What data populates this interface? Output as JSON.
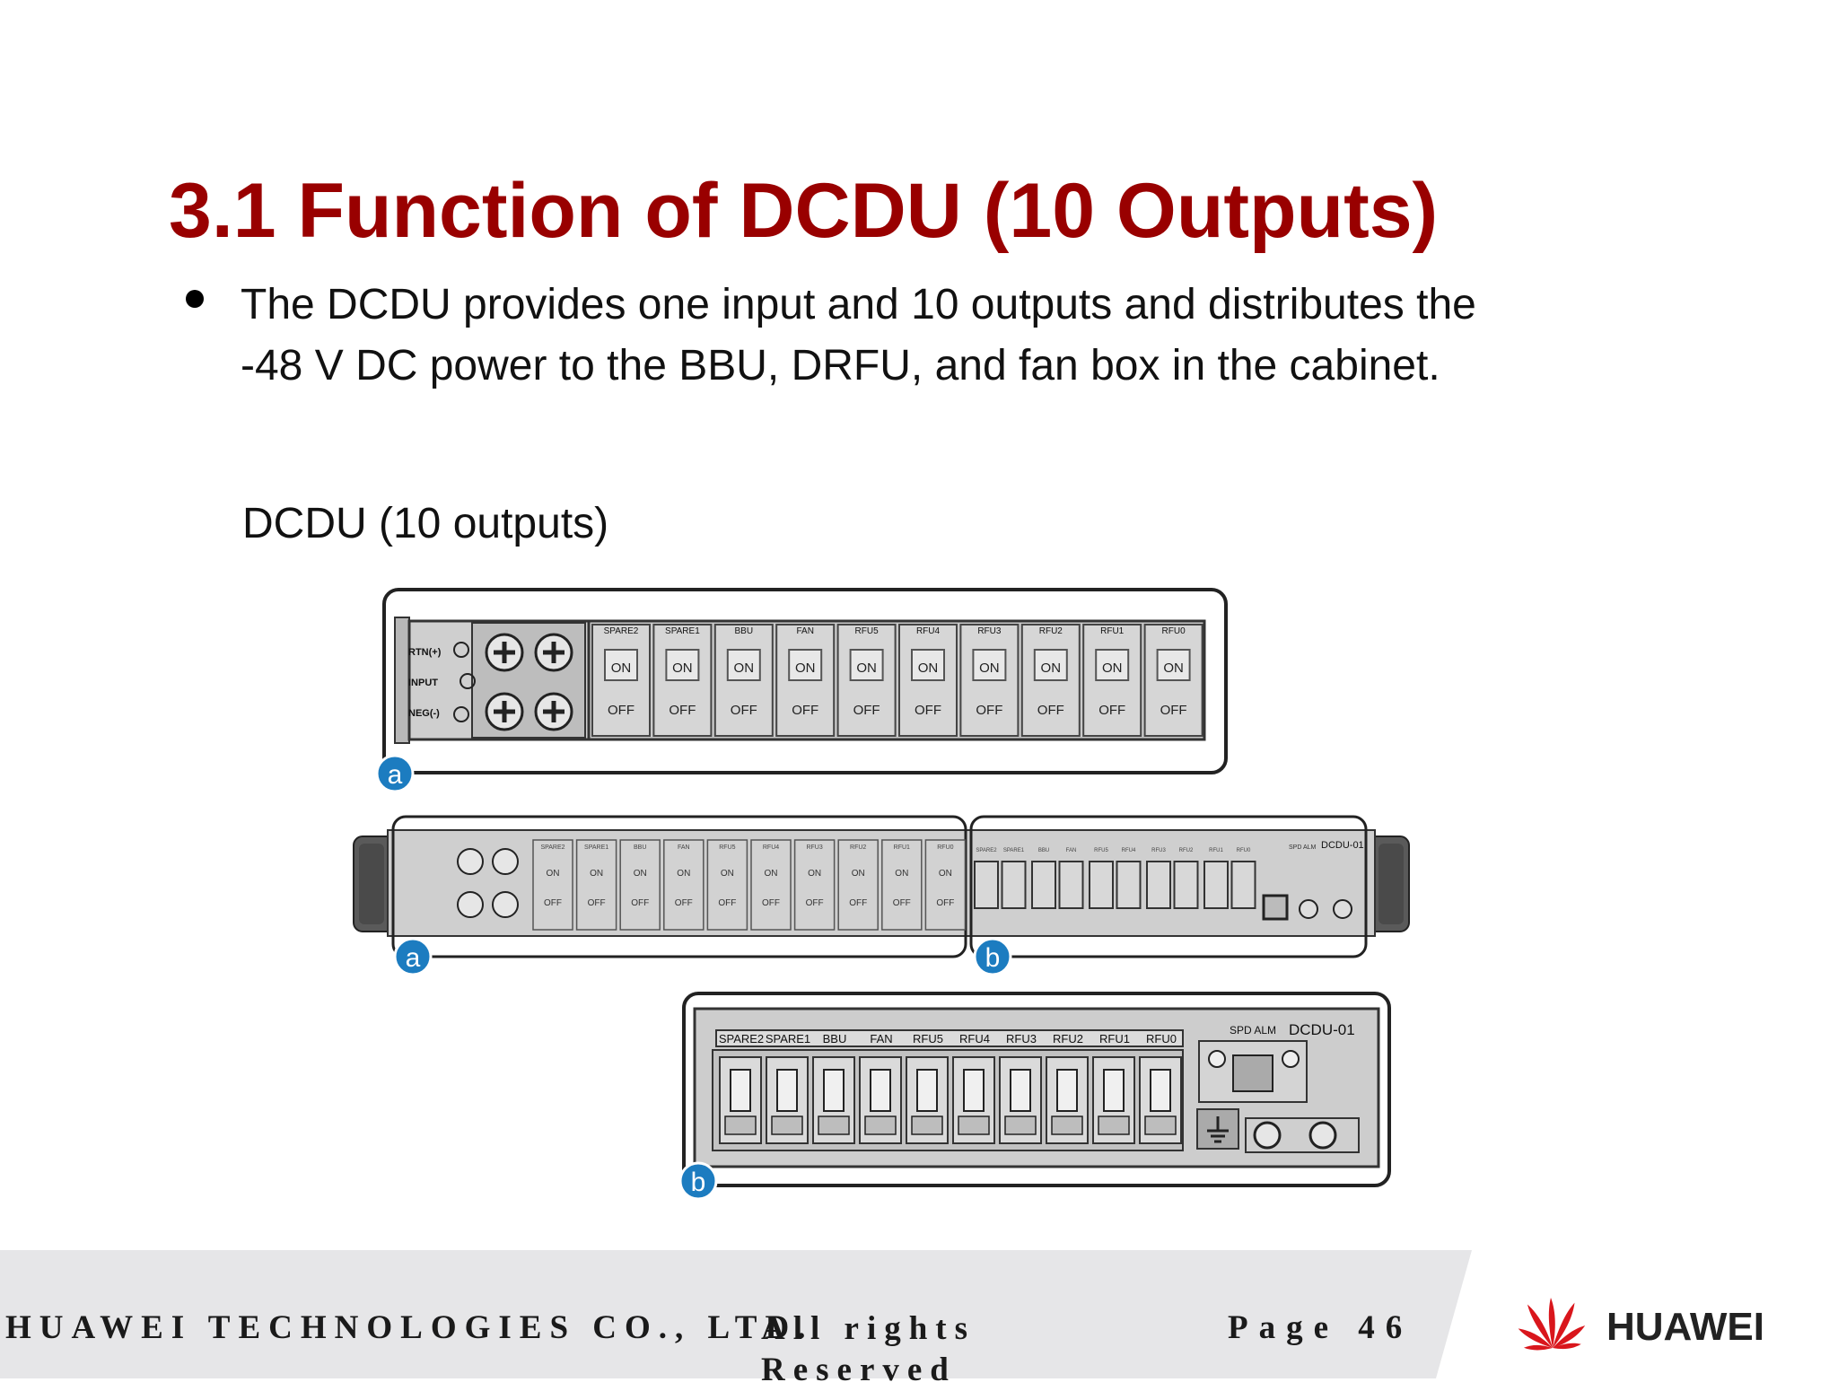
{
  "slide": {
    "title": "3.1 Function of DCDU (10 Outputs)",
    "bullet": "The DCDU provides one input and 10 outputs and distributes the -48 V DC power to the BBU, DRFU, and fan box in the cabinet.",
    "caption": "DCDU (10 outputs)"
  },
  "figure": {
    "input_labels": [
      "RTN(+)",
      "INPUT",
      "NEG(-)"
    ],
    "outputs": [
      "SPARE2",
      "SPARE1",
      "BBU",
      "FAN",
      "RFU5",
      "RFU4",
      "RFU3",
      "RFU2",
      "RFU1",
      "RFU0"
    ],
    "switch_on": "ON",
    "switch_off": "OFF",
    "spd_alm": "SPD ALM",
    "model": "DCDU-01",
    "callout_a": "a",
    "callout_b": "b"
  },
  "footer": {
    "company": "HUAWEI TECHNOLOGIES CO., LTD.",
    "rights": "All rights Reserved",
    "page": "Page 46",
    "brand": "HUAWEI"
  },
  "colors": {
    "title": "#990000",
    "callout": "#1c7cc0",
    "panel": "#c8c8c8",
    "logo_red": "#d9161c"
  },
  "icons": [
    "huawei-logo-icon"
  ]
}
